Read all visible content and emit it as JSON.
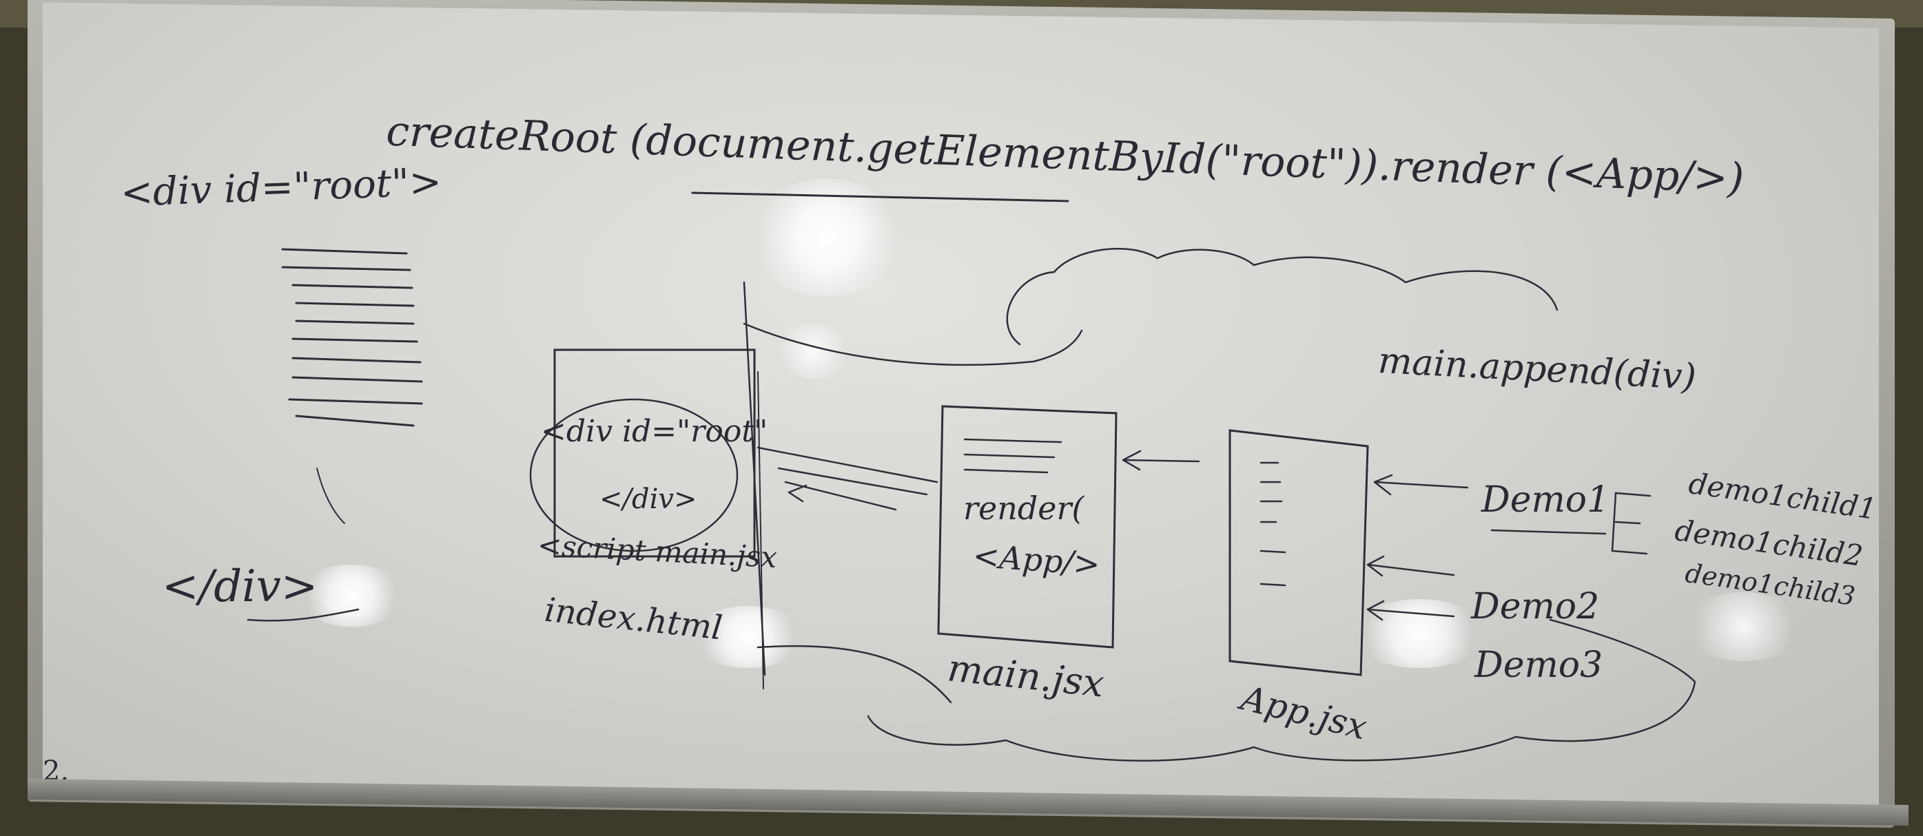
{
  "whiteboard": {
    "code": {
      "div_open": "<div id=\"root\">",
      "create_root": "createRoot (document.getElementById(\"root\")).render (<App/>)",
      "div_close": "</div>"
    },
    "index_file": {
      "div_tag": "<div id=\"root\"",
      "div_close": "</div>",
      "script": "<script main.jsx",
      "label": "index.html"
    },
    "main_file": {
      "render": "render(",
      "app": "<App/>",
      "label": "main.jsx"
    },
    "app_file": {
      "label": "App.jsx"
    },
    "note": "main.append(div)",
    "components": [
      "Demo1",
      "Demo2",
      "Demo3"
    ],
    "children": [
      "demo1child1",
      "demo1child2",
      "demo1child3"
    ],
    "corner_mark": "2."
  }
}
